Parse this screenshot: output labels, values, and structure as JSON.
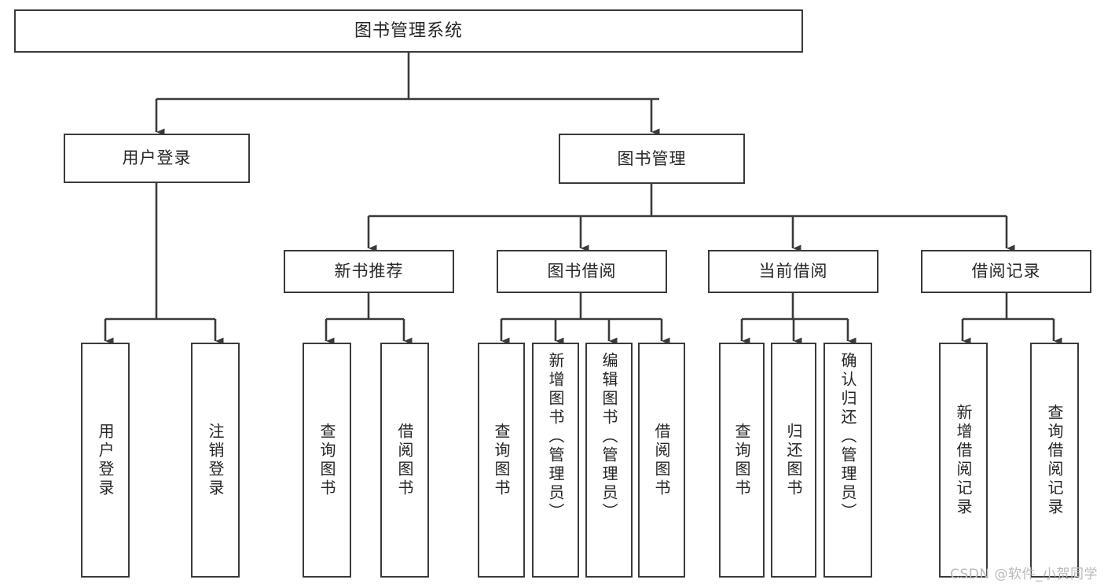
{
  "title": "图书管理系统",
  "watermark": "CSDN @软件_小贺同学",
  "colors": {
    "box_border": "#3a3a3a",
    "box_fill": "#ffffff",
    "connector": "#3a3a3a",
    "text": "#262626",
    "watermark": "#b9b9b9",
    "background": "#ffffff"
  },
  "chart_data": {
    "type": "diagram",
    "subtype": "tree",
    "title": "图书管理系统",
    "orientation": "top-down",
    "levels": 4,
    "nodes": [
      {
        "id": "root",
        "label": "图书管理系统",
        "level": 0,
        "parent": null
      },
      {
        "id": "n-user-login",
        "label": "用户登录",
        "level": 1,
        "parent": "root"
      },
      {
        "id": "n-book-mgmt",
        "label": "图书管理",
        "level": 1,
        "parent": "root"
      },
      {
        "id": "n-new-book",
        "label": "新书推荐",
        "level": 2,
        "parent": "n-book-mgmt"
      },
      {
        "id": "n-borrow",
        "label": "图书借阅",
        "level": 2,
        "parent": "n-book-mgmt"
      },
      {
        "id": "n-current",
        "label": "当前借阅",
        "level": 2,
        "parent": "n-book-mgmt"
      },
      {
        "id": "n-record",
        "label": "借阅记录",
        "level": 2,
        "parent": "n-book-mgmt"
      },
      {
        "id": "l-user-login",
        "label": "用户登录",
        "level": 3,
        "parent": "n-user-login"
      },
      {
        "id": "l-logout",
        "label": "注销登录",
        "level": 3,
        "parent": "n-user-login"
      },
      {
        "id": "l-nb-query",
        "label": "查询图书",
        "level": 3,
        "parent": "n-new-book"
      },
      {
        "id": "l-nb-borrow",
        "label": "借阅图书",
        "level": 3,
        "parent": "n-new-book"
      },
      {
        "id": "l-bo-query",
        "label": "查询图书",
        "level": 3,
        "parent": "n-borrow"
      },
      {
        "id": "l-bo-add",
        "label": "新增图书（管理员）",
        "level": 3,
        "parent": "n-borrow"
      },
      {
        "id": "l-bo-edit",
        "label": "编辑图书（管理员）",
        "level": 3,
        "parent": "n-borrow"
      },
      {
        "id": "l-bo-borrow",
        "label": "借阅图书",
        "level": 3,
        "parent": "n-borrow"
      },
      {
        "id": "l-cu-query",
        "label": "查询图书",
        "level": 3,
        "parent": "n-current"
      },
      {
        "id": "l-cu-return",
        "label": "归还图书",
        "level": 3,
        "parent": "n-current"
      },
      {
        "id": "l-cu-confirm",
        "label": "确认归还（管理员）",
        "level": 3,
        "parent": "n-current"
      },
      {
        "id": "l-rc-add",
        "label": "新增借阅记录",
        "level": 3,
        "parent": "n-record"
      },
      {
        "id": "l-rc-query",
        "label": "查询借阅记录",
        "level": 3,
        "parent": "n-record"
      }
    ],
    "edges": [
      {
        "from": "root",
        "to": "n-user-login"
      },
      {
        "from": "root",
        "to": "n-book-mgmt"
      },
      {
        "from": "n-user-login",
        "to": "l-user-login"
      },
      {
        "from": "n-user-login",
        "to": "l-logout"
      },
      {
        "from": "n-book-mgmt",
        "to": "n-new-book"
      },
      {
        "from": "n-book-mgmt",
        "to": "n-borrow"
      },
      {
        "from": "n-book-mgmt",
        "to": "n-current"
      },
      {
        "from": "n-book-mgmt",
        "to": "n-record"
      },
      {
        "from": "n-new-book",
        "to": "l-nb-query"
      },
      {
        "from": "n-new-book",
        "to": "l-nb-borrow"
      },
      {
        "from": "n-borrow",
        "to": "l-bo-query"
      },
      {
        "from": "n-borrow",
        "to": "l-bo-add"
      },
      {
        "from": "n-borrow",
        "to": "l-bo-edit"
      },
      {
        "from": "n-borrow",
        "to": "l-bo-borrow"
      },
      {
        "from": "n-current",
        "to": "l-cu-query"
      },
      {
        "from": "n-current",
        "to": "l-cu-return"
      },
      {
        "from": "n-current",
        "to": "l-cu-confirm"
      },
      {
        "from": "n-record",
        "to": "l-rc-add"
      },
      {
        "from": "n-record",
        "to": "l-rc-query"
      }
    ]
  },
  "nodes": {
    "root": {
      "label": "图书管理系统"
    },
    "user_login": {
      "label": "用户登录"
    },
    "book_mgmt": {
      "label": "图书管理"
    },
    "new_book": {
      "label": "新书推荐"
    },
    "book_borrow": {
      "label": "图书借阅"
    },
    "current_borrow": {
      "label": "当前借阅"
    },
    "borrow_record": {
      "label": "借阅记录"
    },
    "leaf_user_login": {
      "label": "用户登录"
    },
    "leaf_logout": {
      "label": "注销登录"
    },
    "leaf_nb_query": {
      "label": "查询图书"
    },
    "leaf_nb_borrow": {
      "label": "借阅图书"
    },
    "leaf_bo_query": {
      "label": "查询图书"
    },
    "leaf_bo_add": {
      "label": "新增图书（管理员）"
    },
    "leaf_bo_edit": {
      "label": "编辑图书（管理员）"
    },
    "leaf_bo_borrow": {
      "label": "借阅图书"
    },
    "leaf_cu_query": {
      "label": "查询图书"
    },
    "leaf_cu_return": {
      "label": "归还图书"
    },
    "leaf_cu_confirm": {
      "label": "确认归还（管理员）"
    },
    "leaf_rc_add": {
      "label": "新增借阅记录"
    },
    "leaf_rc_query": {
      "label": "查询借阅记录"
    }
  }
}
